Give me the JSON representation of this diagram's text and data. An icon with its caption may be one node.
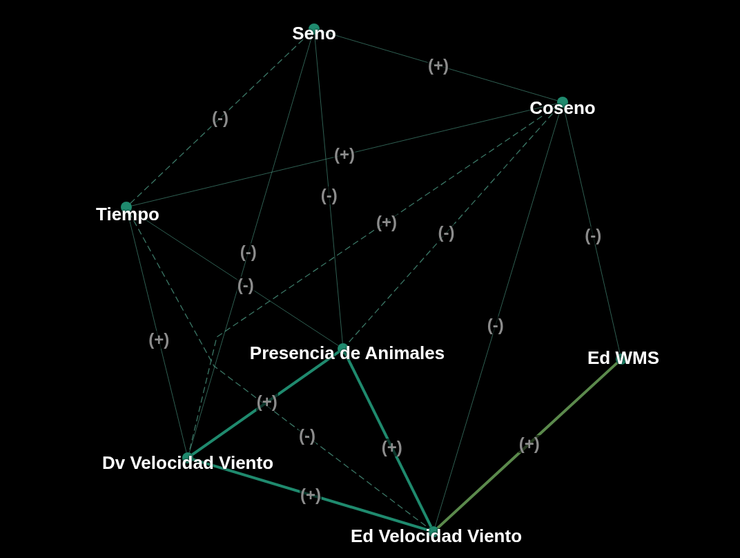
{
  "diagram": {
    "nodes": [
      {
        "text": [
          "Seno"
        ]
      },
      {
        "text": [
          "Coseno"
        ]
      },
      {
        "text": [
          "Tiempo"
        ]
      },
      {
        "text": [
          "Presencia de Animales"
        ]
      },
      {
        "text": [
          "Ed WMS"
        ]
      },
      {
        "text": [
          "Dv Velocidad Viento"
        ]
      },
      {
        "text": [
          "Ed Velocidad Viento"
        ]
      }
    ],
    "edges": [
      {
        "from": 0,
        "to": 1,
        "arrow": "none",
        "label": "(+)"
      },
      {
        "from": 0,
        "to": 2,
        "arrow": "none",
        "label": "(-)",
        "style": "dashed"
      },
      {
        "from": 0,
        "to": 5,
        "arrow": "none",
        "label": "(-)"
      },
      {
        "from": 0,
        "to": 3,
        "arrow": "none",
        "label": "(-)"
      },
      {
        "from": 1,
        "to": 2,
        "arrow": "none",
        "label": "(+)"
      },
      {
        "from": 1,
        "to": 5,
        "arrow": "none",
        "label": "(+)",
        "style": "dashed"
      },
      {
        "from": 1,
        "to": 3,
        "arrow": "none",
        "label": "(-)",
        "style": "dashed"
      },
      {
        "from": 1,
        "to": 6,
        "arrow": "none",
        "label": "(-)"
      },
      {
        "from": 1,
        "to": 4,
        "arrow": "none",
        "label": "(-)"
      },
      {
        "from": 2,
        "to": 5,
        "arrow": "none",
        "label": "(+)"
      },
      {
        "from": 2,
        "to": 3,
        "arrow": "none",
        "label": "(-)"
      },
      {
        "from": 2,
        "to": 6,
        "arrow": "none",
        "label": "(-)",
        "style": "dashed"
      },
      {
        "from": 3,
        "to": 5,
        "arrow": "none",
        "label": "(+)",
        "style": "thick",
        "color": "#1f8a6e"
      },
      {
        "from": 3,
        "to": 6,
        "arrow": "none",
        "label": "(+)",
        "style": "thick",
        "color": "#1f8a6e"
      },
      {
        "from": 5,
        "to": 6,
        "arrow": "none",
        "label": "(+)",
        "style": "thick",
        "color": "#1f8a6e"
      },
      {
        "from": 4,
        "to": 6,
        "arrow": "none",
        "label": "(+)",
        "style": "thick",
        "color": "#5b8a4c"
      }
    ]
  }
}
